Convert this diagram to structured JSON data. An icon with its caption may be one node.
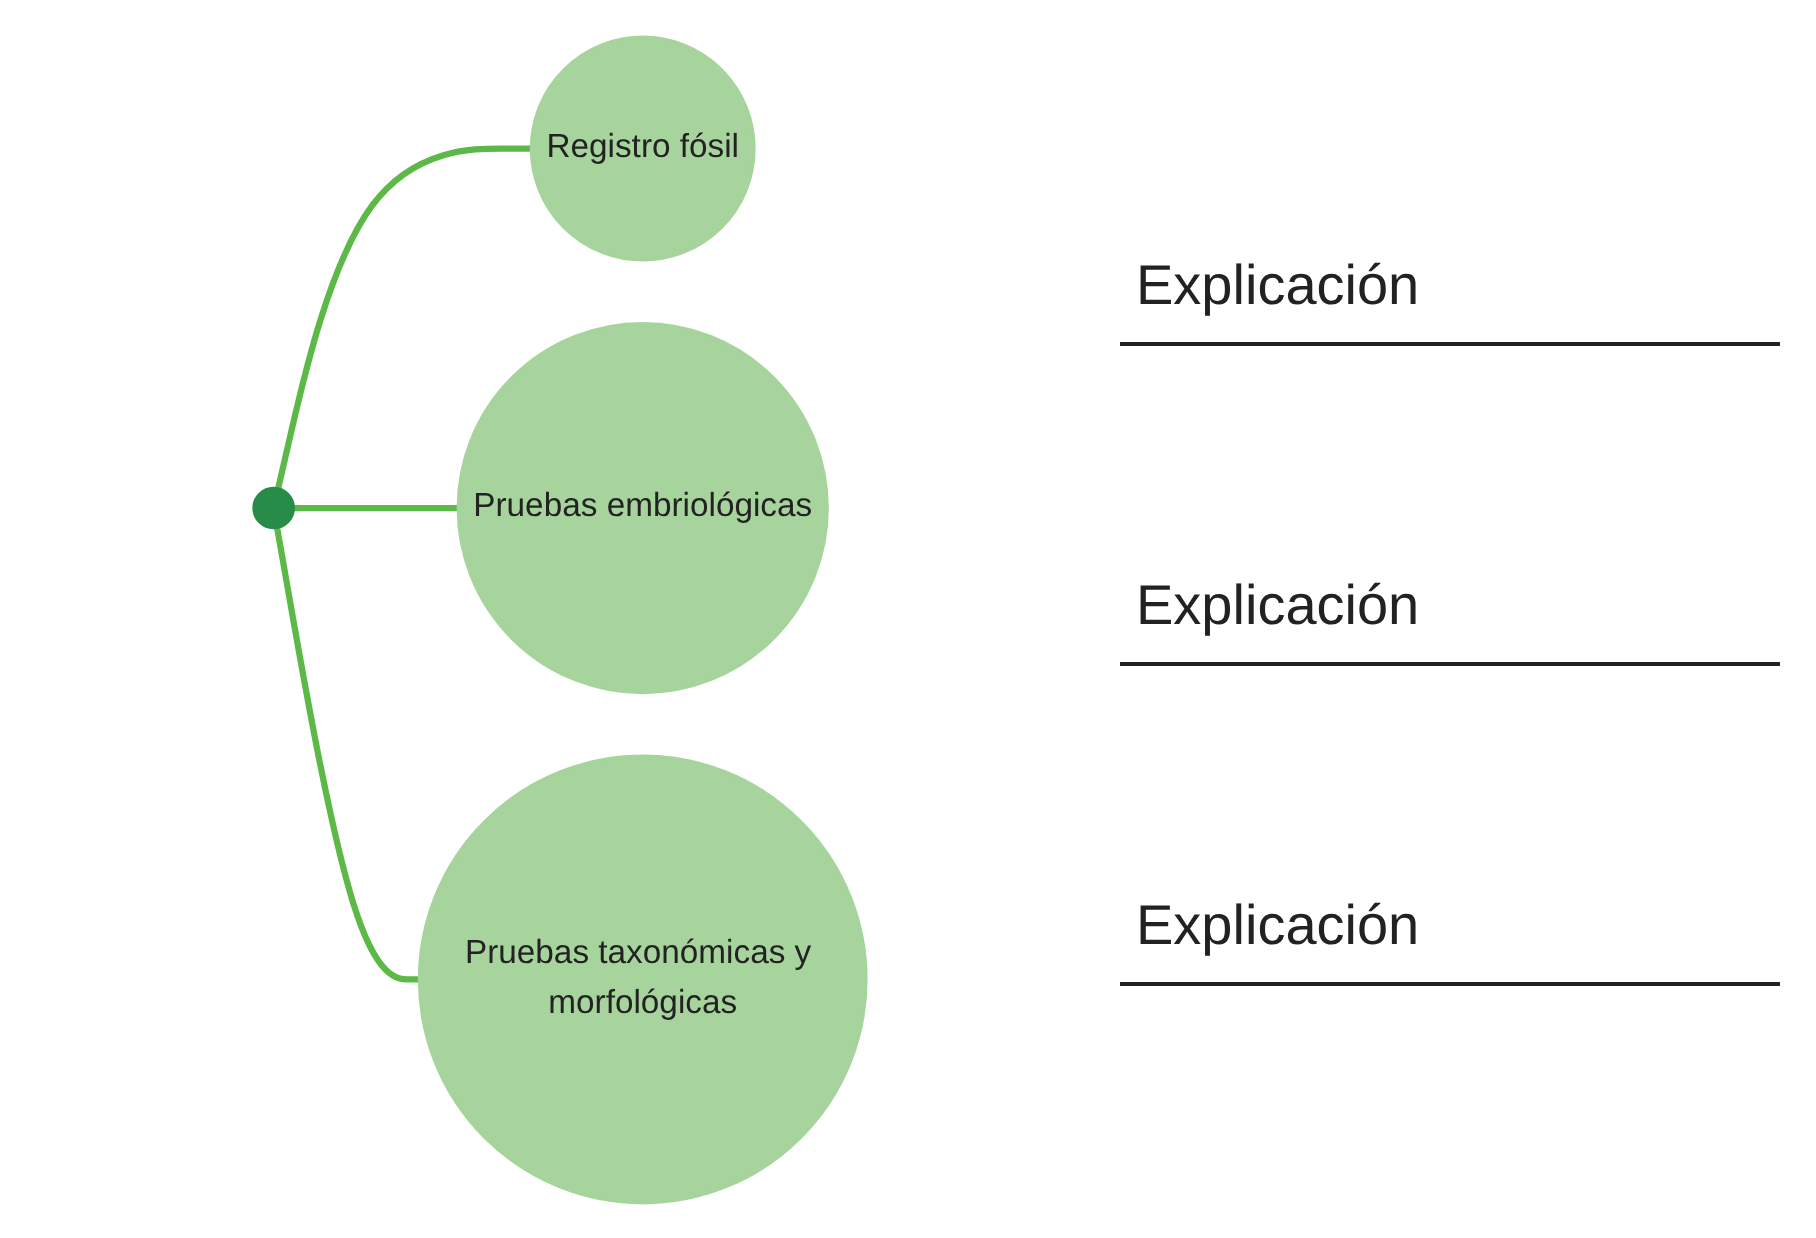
{
  "diagram": {
    "nodes": [
      {
        "text": [],
        "shape": "circle"
      },
      {
        "text": [
          "Registro fósil"
        ]
      },
      {
        "text": [
          "Pruebas embriológicas"
        ]
      },
      {
        "text": [
          "Pruebas taxonómicas y morfológicas"
        ]
      }
    ],
    "edges": [
      {
        "from": 0,
        "to": 1,
        "arrow": "none"
      },
      {
        "from": 0,
        "to": 2,
        "arrow": "none"
      },
      {
        "from": 0,
        "to": 3,
        "arrow": "none"
      }
    ],
    "labels": [
      "Explicación",
      "Explicación",
      "Explicación"
    ]
  }
}
